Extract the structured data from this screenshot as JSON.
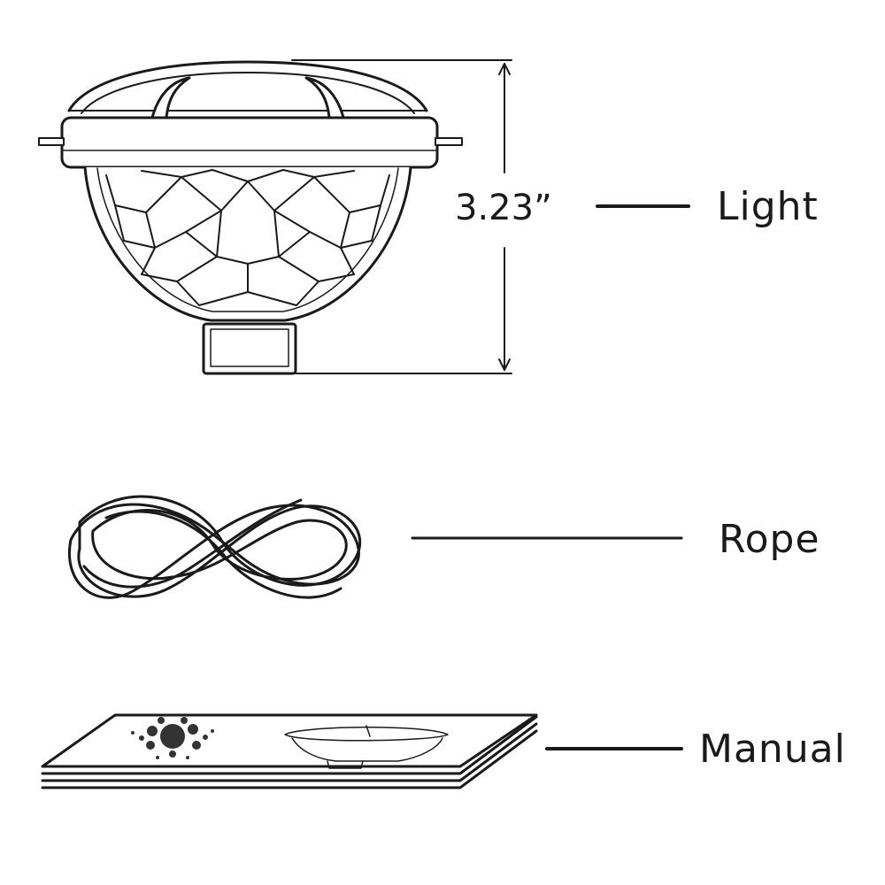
{
  "dimension": {
    "value": "3.23”"
  },
  "items": [
    {
      "id": "light",
      "label": "Light"
    },
    {
      "id": "rope",
      "label": "Rope"
    },
    {
      "id": "manual",
      "label": "Manual"
    }
  ],
  "colors": {
    "line": "#1a1a1a",
    "background": "#ffffff"
  }
}
